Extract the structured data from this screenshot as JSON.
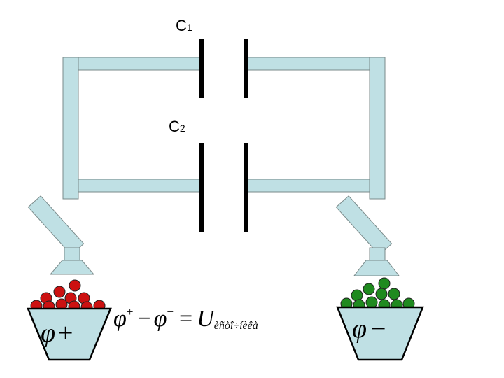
{
  "capacitors": {
    "c1": {
      "letter": "C",
      "index": "1"
    },
    "c2": {
      "letter": "C",
      "index": "2"
    }
  },
  "formula": {
    "phi": "φ",
    "plus_sup": "+",
    "minus_op": "−",
    "minus_sup": "−",
    "equals": "=",
    "u": "U",
    "subscript": "èñòî÷íèêà"
  },
  "buckets": {
    "left": {
      "phi": "φ",
      "sign": "+",
      "ball_color": "#cc1111"
    },
    "right": {
      "phi": "φ",
      "sign": "−",
      "ball_color": "#1f8a1f"
    }
  },
  "colors": {
    "wire": "#bfe0e4",
    "outline": "#7a8a8a",
    "plate": "#000000"
  }
}
